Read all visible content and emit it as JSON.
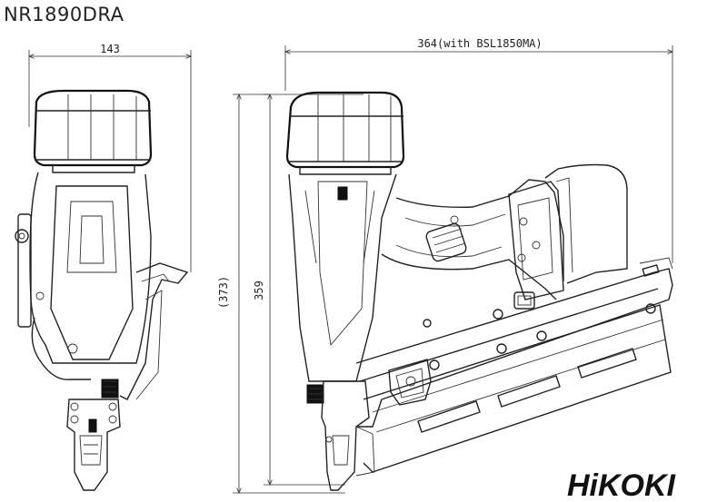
{
  "title": "NR1890DRA",
  "dimensions": {
    "width_front": "143",
    "length_side": "364(with BSL1850MA)",
    "height_main": "359",
    "height_alt": "(373)"
  },
  "brand": "HiKOKI",
  "colors": {
    "line": "#222222",
    "background": "#ffffff"
  }
}
